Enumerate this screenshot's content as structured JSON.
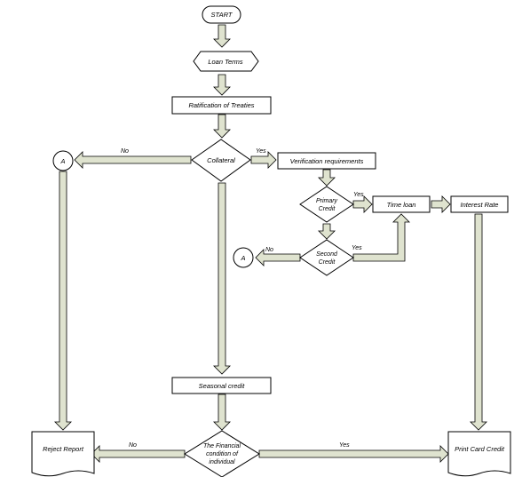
{
  "nodes": {
    "start": "START",
    "loan_terms": "Loan Terms",
    "ratification": "Ratification of Treaties",
    "collateral": "Collateral",
    "verification": "Verification requirements",
    "primary_credit_line1": "Primary",
    "primary_credit_line2": "Credit",
    "second_credit_line1": "Second",
    "second_credit_line2": "Credit",
    "time_loan": "Time loan",
    "interest_rate": "Interest Rate",
    "connector_a_left": "A",
    "connector_a_right": "A",
    "seasonal_credit": "Seasonal credit",
    "financial_line1": "The Financial",
    "financial_line2": "condition of",
    "financial_line3": "individual",
    "reject_report": "Reject Report",
    "print_card_credit": "Print Card Credit"
  },
  "edge_labels": {
    "collateral_no": "No",
    "collateral_yes": "Yes",
    "primary_yes": "Yes",
    "second_no": "No",
    "second_yes": "Yes",
    "financial_no": "No",
    "financial_yes": "Yes"
  },
  "colors": {
    "arrow_fill": "#dfe3cf",
    "stroke": "#000000"
  }
}
